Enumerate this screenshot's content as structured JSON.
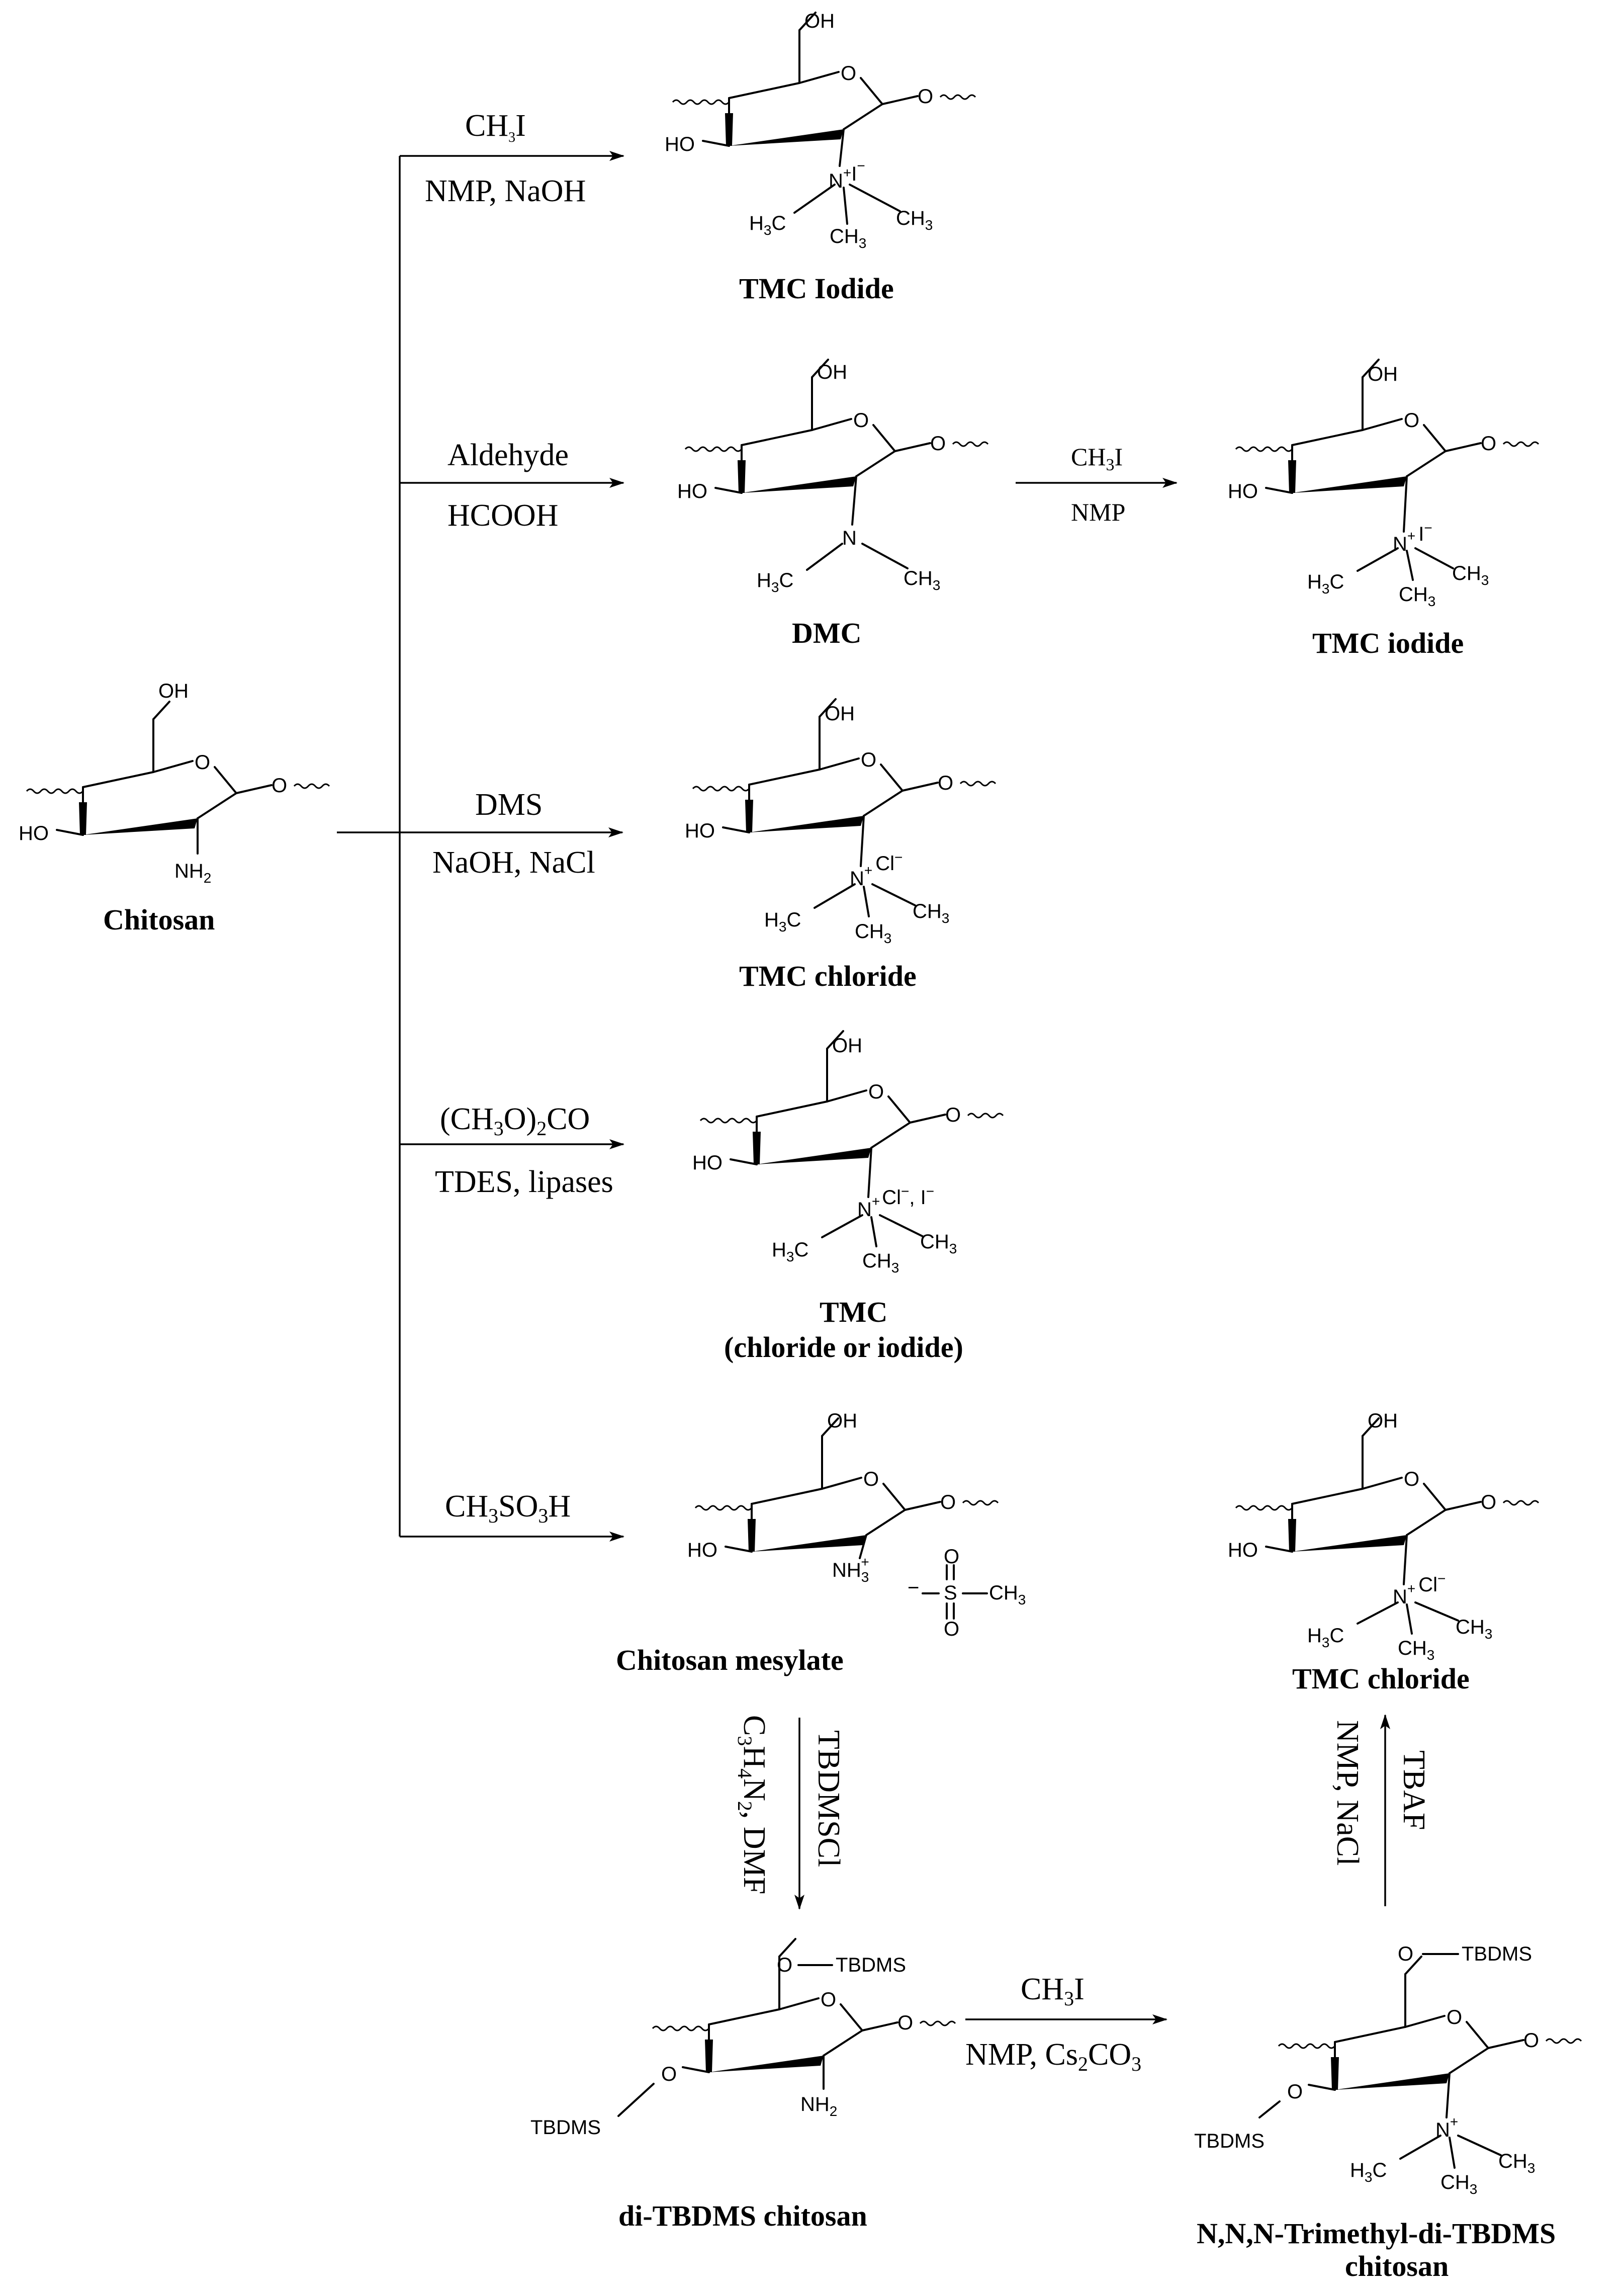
{
  "compounds": {
    "chitosan": {
      "name": "Chitosan",
      "oh6": "OH",
      "ring_o": "O",
      "glyco_o": "O",
      "oh3": "HO",
      "n_main": "NH",
      "n_sub": "2"
    },
    "tmc_iodide_1": {
      "name": "TMC Iodide",
      "oh6": "OH",
      "ring_o": "O",
      "glyco_o": "O",
      "oh3": "HO",
      "n_main": "N",
      "n_charge": "+",
      "counterion": "I",
      "counterion_charge": "−",
      "me_left": "H",
      "me_left_sub": "3",
      "me_left_c": "C",
      "me_right": "CH",
      "me_right_sub": "3",
      "me_down": "CH",
      "me_down_sub": "3"
    },
    "dmc": {
      "name": "DMC",
      "oh6": "OH",
      "ring_o": "O",
      "glyco_o": "O",
      "oh3": "HO",
      "n_main": "N",
      "me_left": "H",
      "me_left_sub": "3",
      "me_left_c": "C",
      "me_right": "CH",
      "me_right_sub": "3"
    },
    "tmc_iodide_2": {
      "name": "TMC iodide",
      "oh6": "OH",
      "ring_o": "O",
      "glyco_o": "O",
      "oh3": "HO",
      "n_main": "N",
      "n_charge": "+",
      "counterion": "I",
      "counterion_charge": "−",
      "me_left": "H",
      "me_left_sub": "3",
      "me_left_c": "C",
      "me_right": "CH",
      "me_right_sub": "3",
      "me_down": "CH",
      "me_down_sub": "3"
    },
    "tmc_chloride_1": {
      "name": "TMC chloride",
      "oh6": "OH",
      "ring_o": "O",
      "glyco_o": "O",
      "oh3": "HO",
      "n_main": "N",
      "n_charge": "+",
      "counterion": "Cl",
      "counterion_charge": "−",
      "me_left": "H",
      "me_left_sub": "3",
      "me_left_c": "C",
      "me_right": "CH",
      "me_right_sub": "3",
      "me_down": "CH",
      "me_down_sub": "3"
    },
    "tmc_mixed": {
      "name_line1": "TMC",
      "name_line2": "(chloride or iodide)",
      "oh6": "OH",
      "ring_o": "O",
      "glyco_o": "O",
      "oh3": "HO",
      "n_main": "N",
      "n_charge": "+",
      "counterion": "Cl",
      "counterion_charge": "−",
      "counterion_sep": ", I",
      "counterion2_charge": "−",
      "me_left": "H",
      "me_left_sub": "3",
      "me_left_c": "C",
      "me_right": "CH",
      "me_right_sub": "3",
      "me_down": "CH",
      "me_down_sub": "3"
    },
    "chitosan_mesylate": {
      "name": "Chitosan mesylate",
      "oh6": "OH",
      "ring_o": "O",
      "glyco_o": "O",
      "oh3": "HO",
      "n_main": "NH",
      "n_sub": "3",
      "n_charge": "+",
      "mes_minus": "−",
      "mes_s": "S",
      "mes_o_top": "O",
      "mes_o_bottom": "O",
      "mes_ch3": "CH",
      "mes_ch3_sub": "3"
    },
    "tmc_chloride_2": {
      "name": "TMC chloride",
      "oh6": "OH",
      "ring_o": "O",
      "glyco_o": "O",
      "oh3": "HO",
      "n_main": "N",
      "n_charge": "+",
      "counterion": "Cl",
      "counterion_charge": "−",
      "me_left": "H",
      "me_left_sub": "3",
      "me_left_c": "C",
      "me_right": "CH",
      "me_right_sub": "3",
      "me_down": "CH",
      "me_down_sub": "3"
    },
    "di_tbdms": {
      "name": "di-TBDMS chitosan",
      "o6": "O",
      "tbdms6": "TBDMS",
      "ring_o": "O",
      "glyco_o": "O",
      "o3": "O",
      "tbdms3": "TBDMS",
      "n_main": "NH",
      "n_sub": "2"
    },
    "trimethyl_di_tbdms": {
      "name_line1": "N,N,N-Trimethyl-di-TBDMS",
      "name_line2": "chitosan",
      "o6": "O",
      "tbdms6": "TBDMS",
      "ring_o": "O",
      "glyco_o": "O",
      "o3": "O",
      "tbdms3": "TBDMS",
      "n_main": "N",
      "n_charge": "+",
      "me_left": "H",
      "me_left_sub": "3",
      "me_left_c": "C",
      "me_right": "CH",
      "me_right_sub": "3",
      "me_down": "CH",
      "me_down_sub": "3"
    }
  },
  "reactions": {
    "r1": {
      "above_main": "CH",
      "above_sub": "3",
      "above_tail": "I",
      "below": "NMP, NaOH"
    },
    "r2": {
      "above": "Aldehyde",
      "below": "HCOOH"
    },
    "r2b": {
      "above_main": "CH",
      "above_sub": "3",
      "above_tail": "I",
      "below": "NMP"
    },
    "r3": {
      "above": "DMS",
      "below": "NaOH, NaCl"
    },
    "r4": {
      "above_a": "(CH",
      "above_sub1": "3",
      "above_b": "O)",
      "above_sub2": "2",
      "above_c": "CO",
      "below": "TDES, lipases"
    },
    "r5": {
      "above_a": "CH",
      "above_sub1": "3",
      "above_b": "SO",
      "above_sub2": "3",
      "above_c": "H"
    },
    "r6": {
      "right": "TBDMSCl",
      "left_a": "C",
      "left_sub1": "3",
      "left_b": "H",
      "left_sub2": "4",
      "left_c": "N",
      "left_sub3": "2",
      "left_d": ", DMF"
    },
    "r7": {
      "above_main": "CH",
      "above_sub": "3",
      "above_tail": "I",
      "below_a": "NMP, Cs",
      "below_sub1": "2",
      "below_b": "CO",
      "below_sub2": "3"
    },
    "r8": {
      "right": "TBAF",
      "left": "NMP, NaCl"
    }
  }
}
